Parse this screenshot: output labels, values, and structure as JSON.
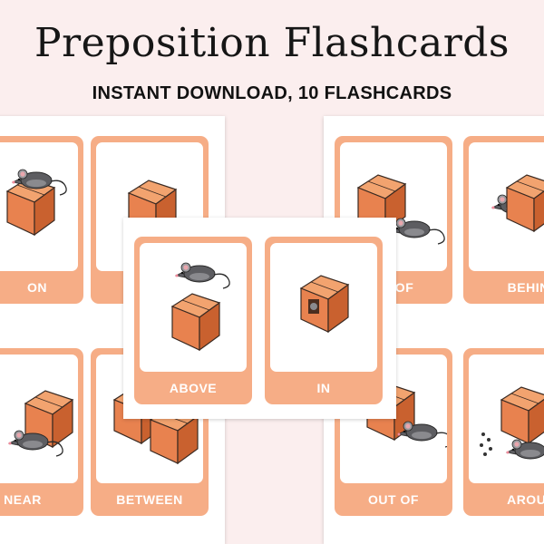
{
  "page": {
    "title": "Preposition Flashcards",
    "subtitle": "INSTANT DOWNLOAD, 10 FLASHCARDS"
  },
  "cards": {
    "on": "ON",
    "under": "",
    "near": "NEAR",
    "between": "BETWEEN",
    "front": "NT OF",
    "behind": "BEHIND",
    "out_of": "OUT OF",
    "around": "AROUN",
    "above": "ABOVE",
    "in": "IN"
  },
  "colors": {
    "background": "#fbeeee",
    "card": "#f6ad86",
    "box": "#e8824f",
    "box_dark": "#c9612f",
    "mouse": "#5d5d61"
  }
}
